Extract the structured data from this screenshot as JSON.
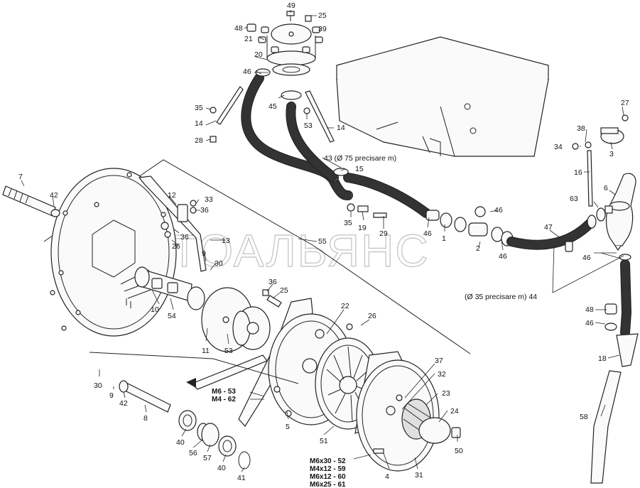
{
  "watermark": "АВТОАЛЬЯНС",
  "callouts": {
    "c49": "49",
    "c25a": "25",
    "c48a": "48",
    "c39": "39",
    "c21": "21",
    "c20": "20",
    "c46a": "46",
    "c45": "45",
    "c53a": "53",
    "c35a": "35",
    "c14a": "14",
    "c28": "28",
    "c14b": "14",
    "c43": "43 (Ø 75 precisare m)",
    "c15": "15",
    "c27": "27",
    "c38": "38",
    "c34": "34",
    "c3": "3",
    "c16": "16",
    "c6": "6",
    "c63": "63",
    "c7": "7",
    "c42a": "42",
    "c12": "12",
    "c33": "33",
    "c36a": "36",
    "c36b": "36",
    "c26a": "26",
    "c13": "13",
    "c9a": "9",
    "c30a": "30",
    "c55": "55",
    "c35b": "35",
    "c19": "19",
    "c29": "29",
    "c46b": "46",
    "c1": "1",
    "c46c": "46",
    "c46d": "46",
    "c2": "2",
    "c47": "47",
    "c46e": "46",
    "c44": "(Ø 35 precisare m) 44",
    "c10": "10",
    "c54": "54",
    "c36c": "36",
    "c25b": "25",
    "c22": "22",
    "c26b": "26",
    "c48b": "48",
    "c46f": "46",
    "c11": "11",
    "c53b": "53",
    "c18": "18",
    "c30b": "30",
    "c9b": "9",
    "c42b": "42",
    "c8": "8",
    "c37": "37",
    "c32": "32",
    "c23": "23",
    "c24": "24",
    "c5": "5",
    "c51": "51",
    "c50": "50",
    "c40a": "40",
    "c56": "56",
    "c57": "57",
    "c40b": "40",
    "c41": "41",
    "c4": "4",
    "c31": "31",
    "c58": "58"
  },
  "fastener_legend": [
    {
      "size": "M6",
      "ref": "53"
    },
    {
      "size": "M4",
      "ref": "62"
    }
  ],
  "fastener_legend_2": [
    {
      "size": "M6x30",
      "ref": "52"
    },
    {
      "size": "M4x12",
      "ref": "59"
    },
    {
      "size": "M6x12",
      "ref": "60"
    },
    {
      "size": "M6x25",
      "ref": "61"
    }
  ],
  "legend_text": {
    "m6_53": "M6 - 53",
    "m4_62": "M4 - 62",
    "m6x30_52": "M6x30 - 52",
    "m4x12_59": "M4x12 - 59",
    "m6x12_60": "M6x12 - 60",
    "m6x25_61": "M6x25 - 61"
  }
}
